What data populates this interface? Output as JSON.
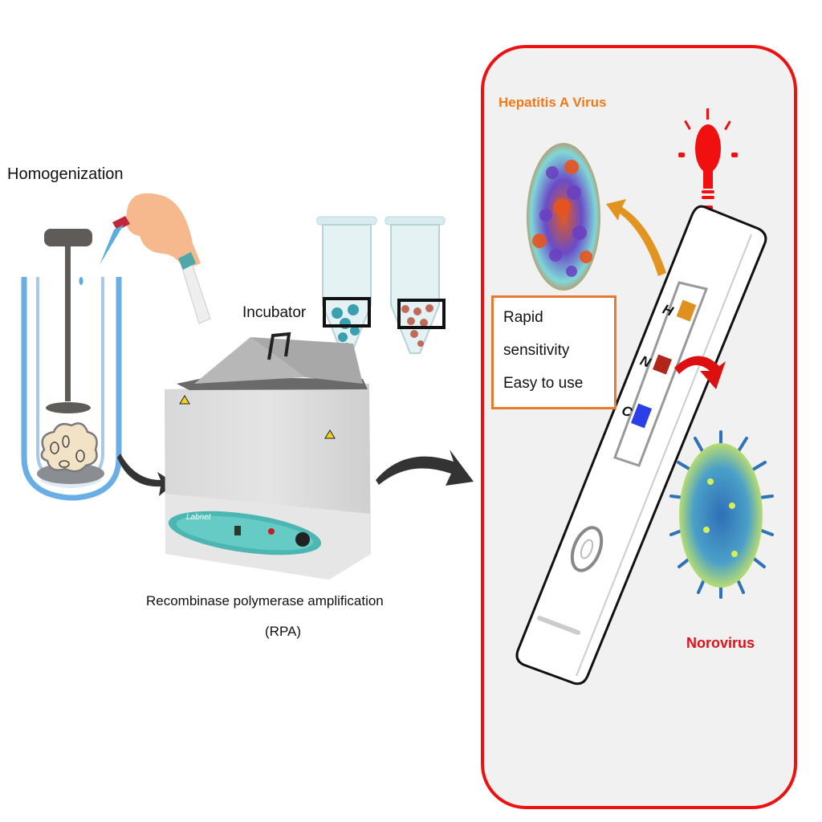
{
  "steps": {
    "homogenization": {
      "label": "Homogenization"
    },
    "incubator": {
      "label": "Incubator"
    },
    "rpa": {
      "label": "Recombinase polymerase amplification",
      "abbr": "(RPA)"
    }
  },
  "water_bath": {
    "brand": "Labnet"
  },
  "detection_panel": {
    "border_color": "#ee1111",
    "hav_label": "Hepatitis A Virus",
    "hav_color": "#ef7a1a",
    "norovirus_label": "Norovirus",
    "norovirus_color": "#e0101a",
    "features": [
      "Rapid",
      "sensitivity",
      "Easy to use"
    ],
    "strip": {
      "lines": [
        {
          "letter": "H",
          "color": "#e0901e"
        },
        {
          "letter": "N",
          "color": "#b0261a"
        },
        {
          "letter": "C",
          "color": "#2a3fe6"
        }
      ]
    },
    "indicator": "light-bulb"
  }
}
